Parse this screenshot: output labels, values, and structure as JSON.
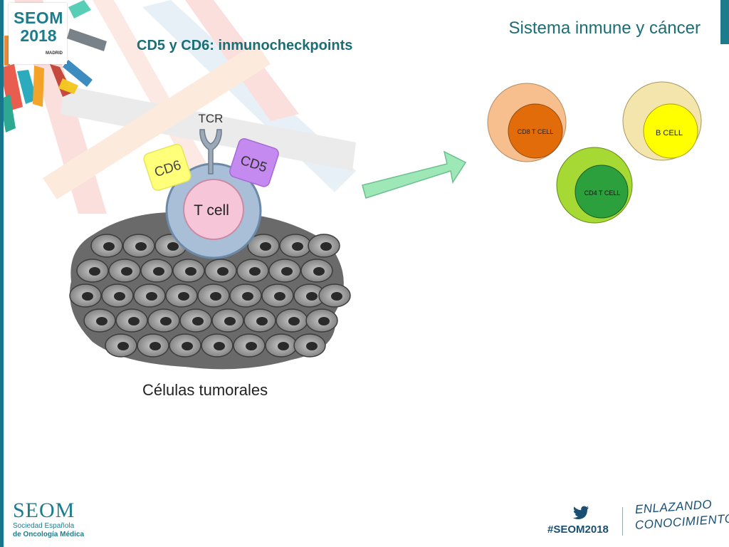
{
  "header": {
    "logo_name": "SEOM",
    "logo_year": "2018",
    "logo_city": "MADRID",
    "title": "CD5 y CD6: inmunocheckpoints",
    "section": "Sistema inmune y cáncer"
  },
  "diagram": {
    "receptor_label": "TCR",
    "cd6_label": "CD6",
    "cd5_label": "CD5",
    "t_cell_label": "T cell",
    "caption": "Células tumorales",
    "cells": {
      "cd8": "CD8 T CELL",
      "b": "B  CELL",
      "cd4": "CD4 T CELL"
    }
  },
  "footer": {
    "org_name": "SEOM",
    "org_line1": "Sociedad  Española",
    "org_line2": "de Oncología Médica",
    "hashtag": "#SEOM2018",
    "tagline_line1": "ENLAZANDO",
    "tagline_line2": "CONOCIMIENTO"
  },
  "colors": {
    "accent": "#1b6e76",
    "cd8_outer": "#f8bf8e",
    "cd8_inner": "#e36c0a",
    "b_outer": "#f3e5ab",
    "b_inner": "#ffff00",
    "cd4_outer": "#a6d933",
    "cd4_inner": "#2ca03c",
    "arrow": "#9ee8b8"
  }
}
